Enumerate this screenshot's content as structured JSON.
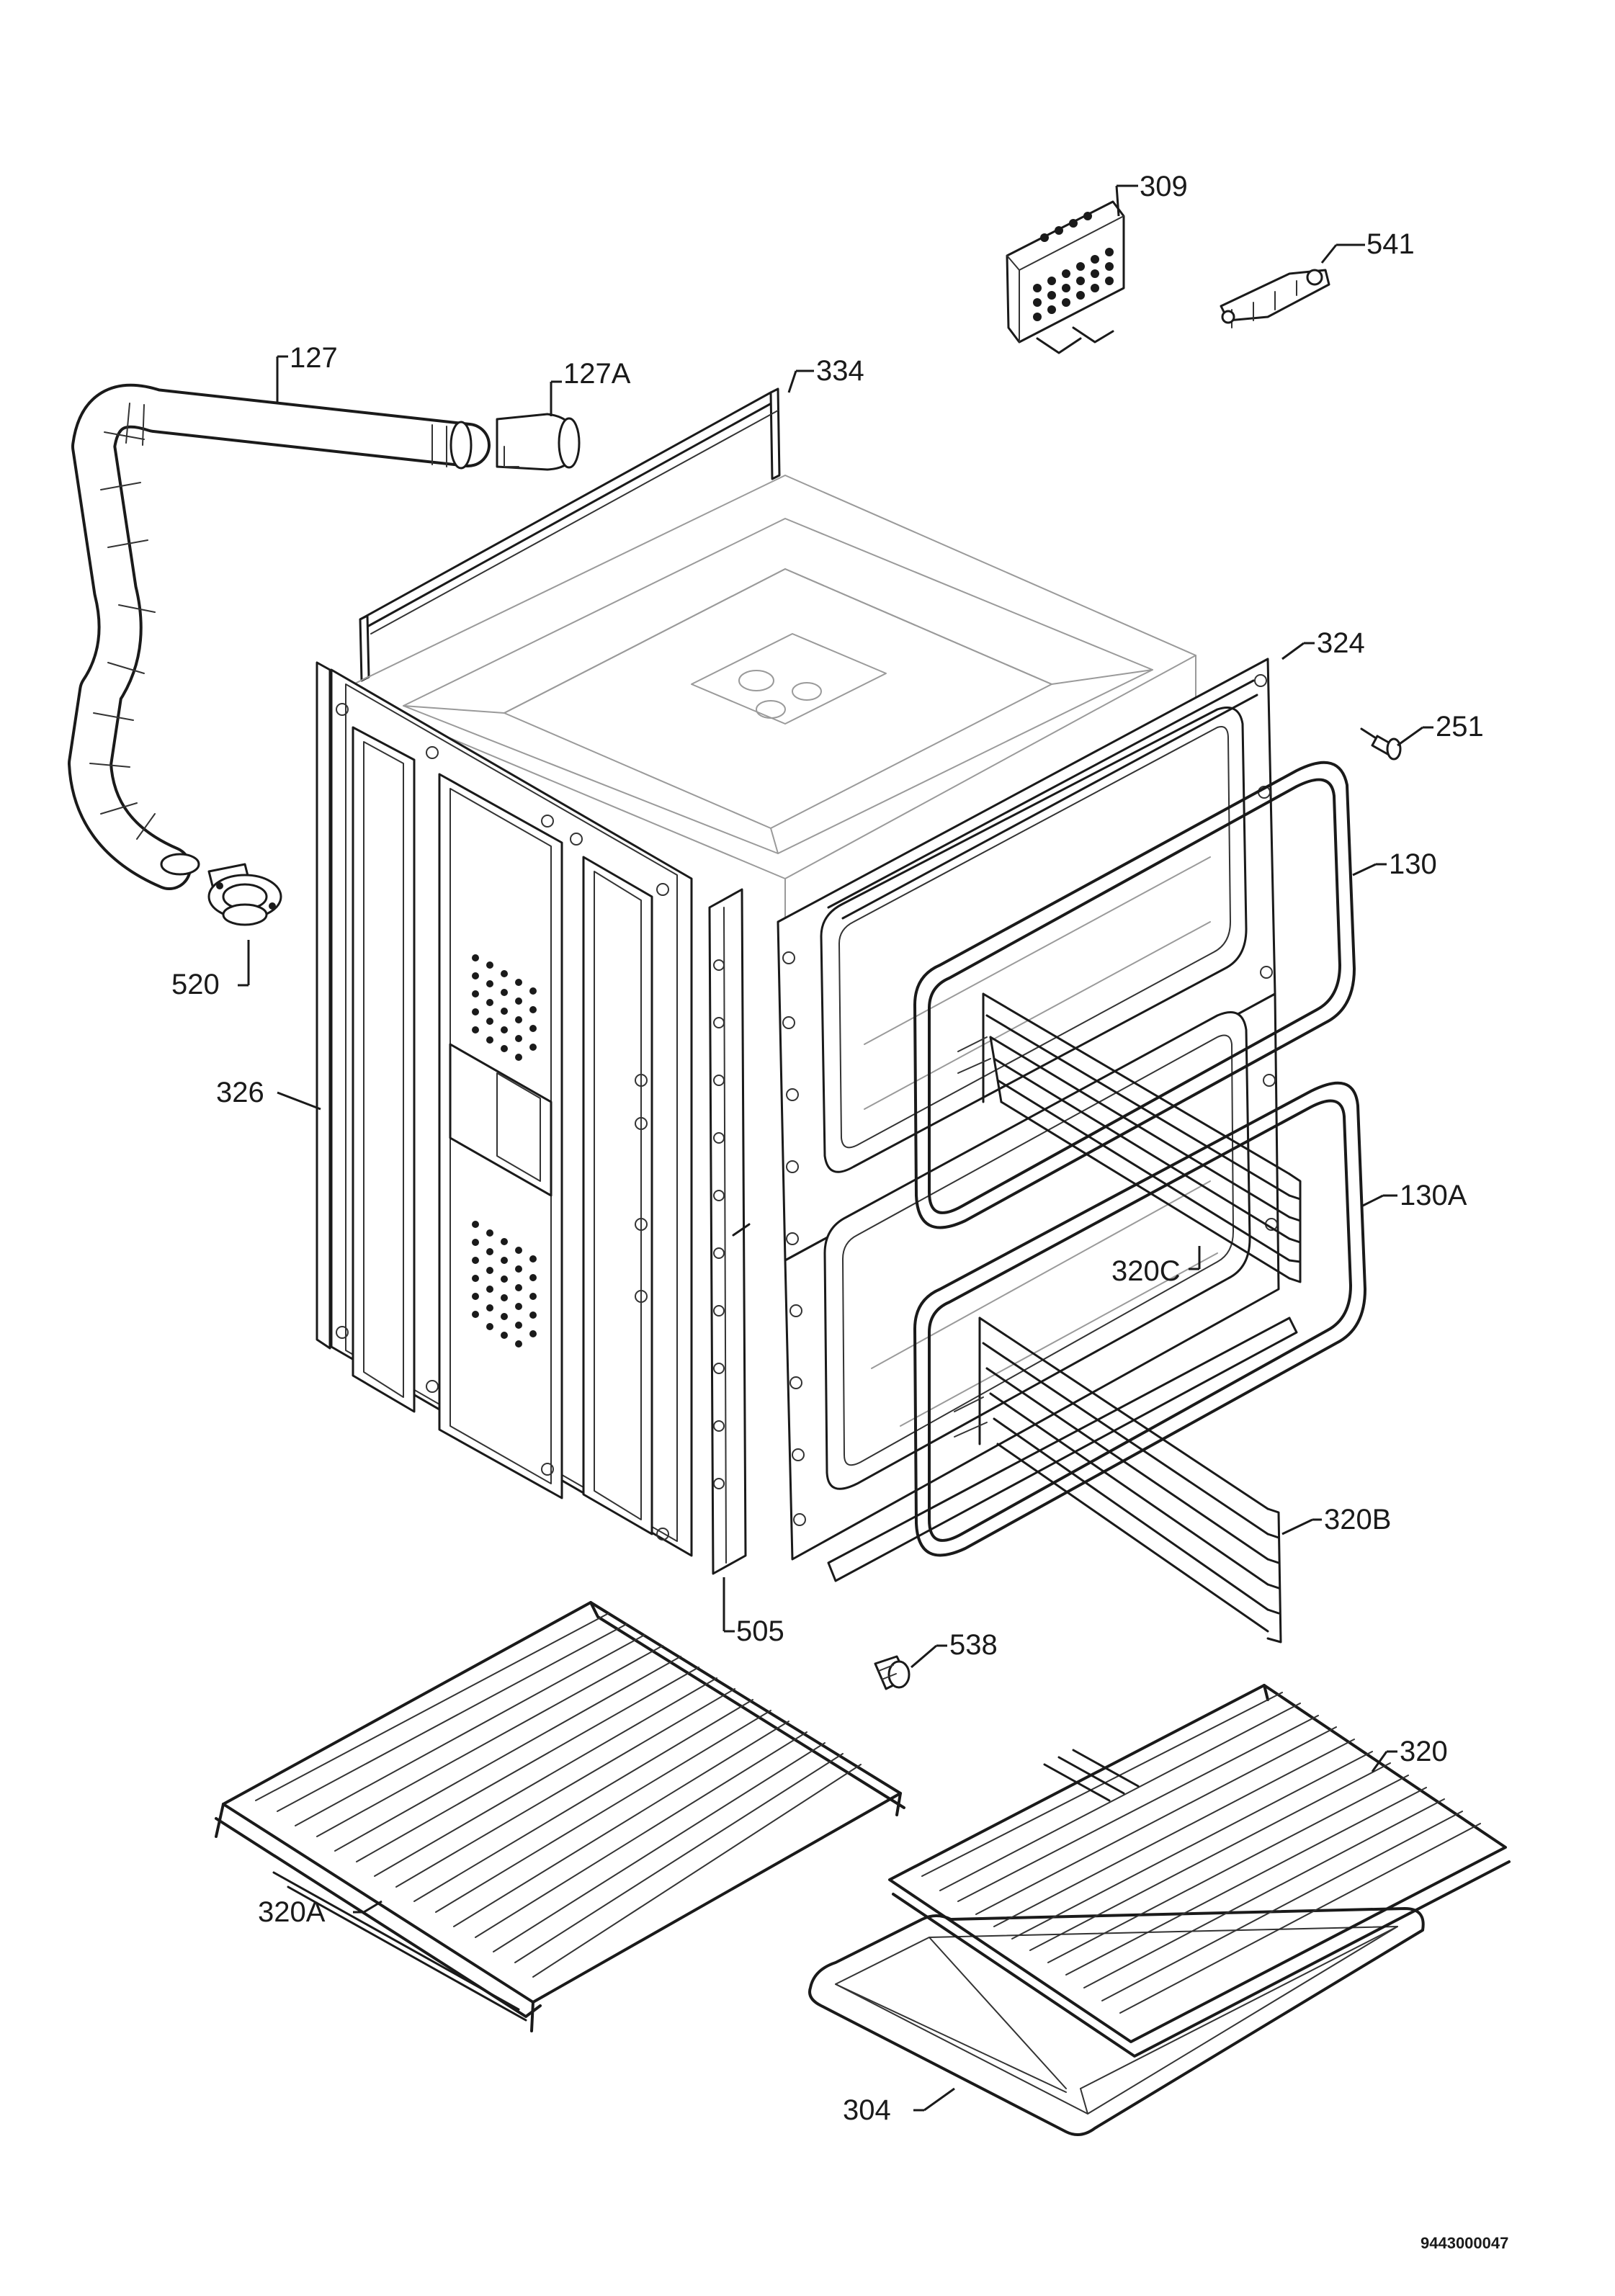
{
  "callouts": [
    {
      "id": "309",
      "text": "309"
    },
    {
      "id": "541",
      "text": "541"
    },
    {
      "id": "127",
      "text": "127"
    },
    {
      "id": "127A",
      "text": "127A"
    },
    {
      "id": "334",
      "text": "334"
    },
    {
      "id": "324",
      "text": "324"
    },
    {
      "id": "251",
      "text": "251"
    },
    {
      "id": "130",
      "text": "130"
    },
    {
      "id": "520",
      "text": "520"
    },
    {
      "id": "326",
      "text": "326"
    },
    {
      "id": "130A",
      "text": "130A"
    },
    {
      "id": "320C",
      "text": "320C"
    },
    {
      "id": "320B",
      "text": "320B"
    },
    {
      "id": "505",
      "text": "505"
    },
    {
      "id": "538",
      "text": "538"
    },
    {
      "id": "320",
      "text": "320"
    },
    {
      "id": "320A",
      "text": "320A"
    },
    {
      "id": "304",
      "text": "304"
    }
  ],
  "document_id": "9443000047"
}
